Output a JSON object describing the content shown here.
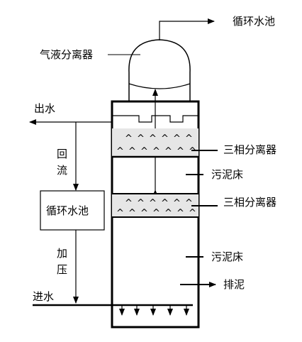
{
  "labels": {
    "circulation_pool_top": "循环水池",
    "gas_liquid_separator": "气液分离器",
    "outlet_water": "出水",
    "reflux_1": "回",
    "reflux_2": "流",
    "circulation_pool_box": "循环水池",
    "pressurize_1": "加",
    "pressurize_2": "压",
    "inlet_water": "进水",
    "three_phase_separator_upper": "三相分离器",
    "sludge_bed_upper": "污泥床",
    "three_phase_separator_lower": "三相分离器",
    "sludge_bed_lower": "污泥床",
    "sludge_discharge": "排泥"
  }
}
